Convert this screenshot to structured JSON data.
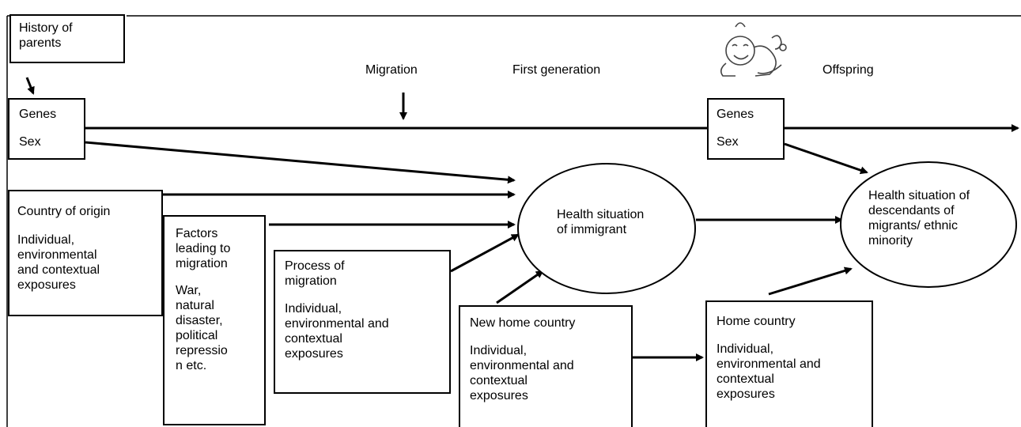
{
  "diagram": {
    "history_of_parents": [
      "History of",
      "parents"
    ],
    "migration": "Migration",
    "first_generation": "First generation",
    "offspring": "Offspring",
    "genes": "Genes",
    "sex": "Sex",
    "country_of_origin": {
      "title": "Country of origin",
      "body": [
        "Individual,",
        "environmental",
        "and contextual",
        "exposures"
      ]
    },
    "factors": {
      "title": [
        "Factors",
        "leading to",
        "migration"
      ],
      "body": [
        "War,",
        "natural",
        "disaster,",
        "political",
        "repressio",
        "n etc."
      ]
    },
    "process": {
      "title": [
        "Process of",
        "migration"
      ],
      "body": [
        "Individual,",
        "environmental and",
        "contextual",
        "exposures"
      ]
    },
    "new_home": {
      "title": "New home country",
      "body": [
        "Individual,",
        "environmental and",
        "contextual",
        "exposures"
      ]
    },
    "home": {
      "title": "Home country",
      "body": [
        "Individual,",
        "environmental and",
        "contextual",
        "exposures"
      ]
    },
    "health_immigrant": [
      "Health situation",
      "of immigrant"
    ],
    "health_descendants": [
      "Health situation of",
      "descendants of",
      "migrants/ ethnic",
      "minority"
    ],
    "baby_icon": "baby-icon"
  }
}
